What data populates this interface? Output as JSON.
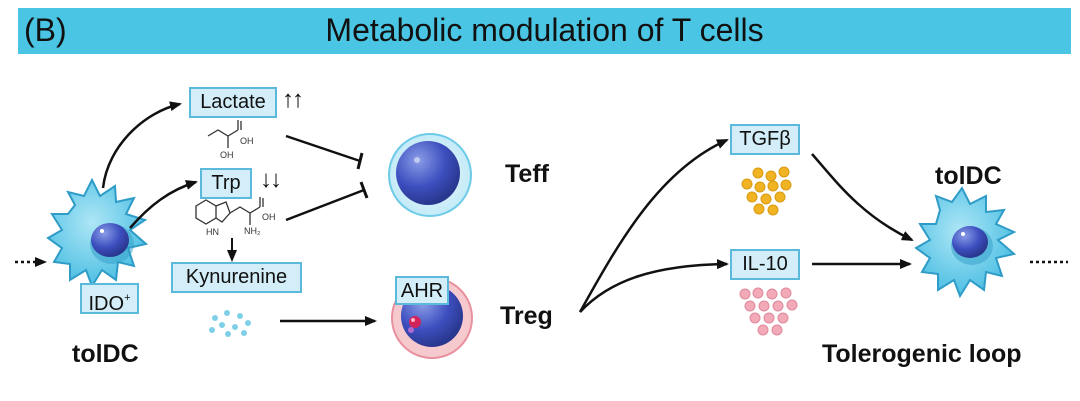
{
  "header": {
    "panel": "(B)",
    "title": "Metabolic modulation of T cells"
  },
  "boxes": {
    "lactate": "Lactate",
    "trp": "Trp",
    "kynurenine": "Kynurenine",
    "ido": "IDO",
    "ido_sup": "+",
    "ahr": "AHR",
    "tgfb": "TGFβ",
    "il10": "IL-10"
  },
  "indicators": {
    "lactate": "↑↑",
    "trp": "↓↓"
  },
  "molecules": {
    "lactate_oh1": "OH",
    "lactate_oh2": "OH",
    "trp_oh": "OH",
    "trp_nh2": "NH₂",
    "trp_hn": "HN"
  },
  "labels": {
    "toldc_left": "tolDC",
    "teff": "Teff",
    "treg": "Treg",
    "toldc_right": "tolDC",
    "loop": "Tolerogenic loop"
  },
  "colors": {
    "banner": "#4ac6e4",
    "box_fill": "#d3eef8",
    "box_border": "#5bb9dc",
    "tgfb_dots": "#f0b323",
    "il10_dots": "#f2a9b8",
    "kyn_dots": "#7fcfe8"
  }
}
